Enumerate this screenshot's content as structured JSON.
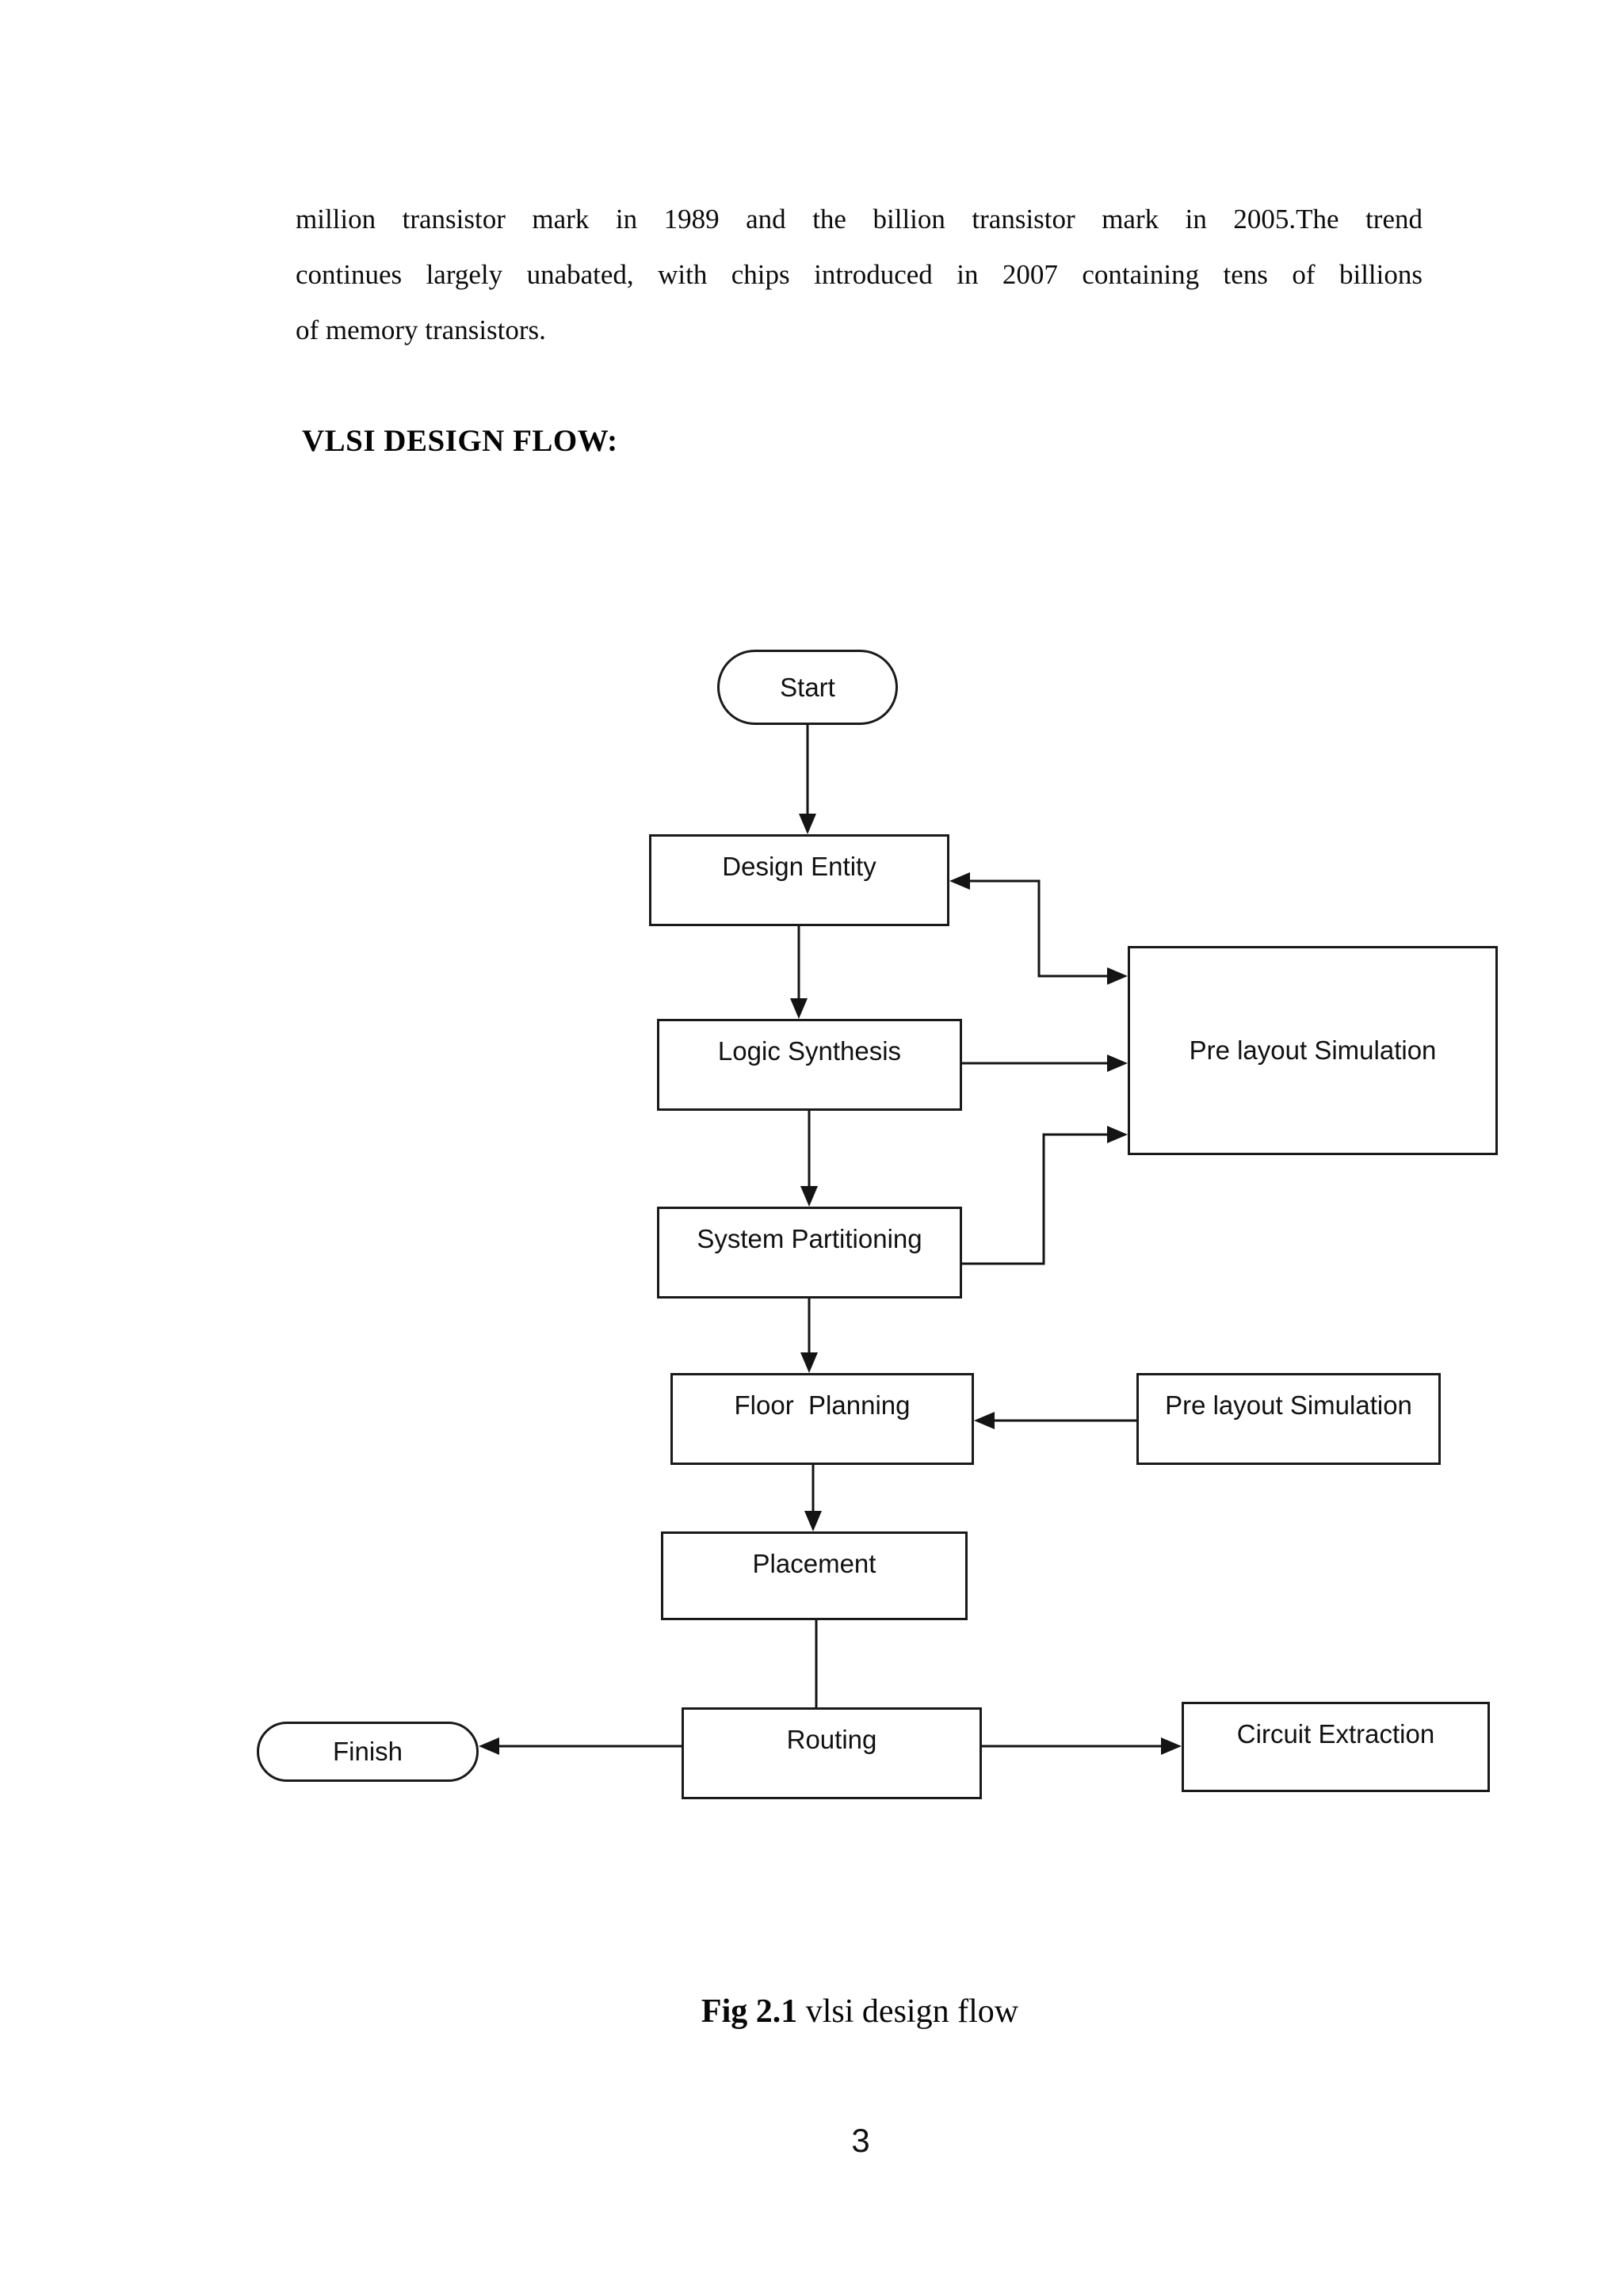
{
  "document": {
    "body_lines": [
      "million transistor mark in 1989 and the billion transistor mark in 2005.The trend",
      "continues largely unabated, with chips introduced in 2007 containing tens of billions",
      "of memory transistors."
    ],
    "heading": "VLSI DESIGN FLOW:",
    "caption": {
      "prefix": "Fig 2.1",
      "text": " vlsi design flow"
    },
    "page_number": "3"
  },
  "flowchart": {
    "nodes": [
      {
        "id": "start",
        "shape": "stadium",
        "label": "Start"
      },
      {
        "id": "design-entity",
        "shape": "rectangle",
        "label": "Design Entity"
      },
      {
        "id": "logic-synthesis",
        "shape": "rectangle",
        "label": "Logic Synthesis"
      },
      {
        "id": "system-partitioning",
        "shape": "rectangle",
        "label": "System Partitioning"
      },
      {
        "id": "floor-planning",
        "shape": "rectangle",
        "label": "Floor  Planning"
      },
      {
        "id": "placement",
        "shape": "rectangle",
        "label": "Placement"
      },
      {
        "id": "routing",
        "shape": "rectangle",
        "label": "Routing"
      },
      {
        "id": "finish",
        "shape": "stadium",
        "label": "Finish"
      },
      {
        "id": "pre-layout-simulation-main",
        "shape": "rectangle",
        "label": "Pre layout Simulation"
      },
      {
        "id": "pre-layout-simulation-secondary",
        "shape": "rectangle",
        "label": "Pre layout Simulation"
      },
      {
        "id": "circuit-extraction",
        "shape": "rectangle",
        "label": "Circuit Extraction"
      }
    ],
    "edges": [
      "Start -> Design Entity",
      "Design Entity -> Logic Synthesis",
      "Logic Synthesis -> System Partitioning",
      "System Partitioning -> Floor Planning",
      "Floor Planning -> Placement",
      "Placement -> Routing",
      "Routing -> Finish",
      "Routing -> Circuit Extraction",
      "Logic Synthesis -> Pre layout Simulation",
      "System Partitioning -> Pre layout Simulation",
      "Pre layout Simulation <-> Design Entity",
      "Pre layout Simulation (secondary) -> Floor Planning"
    ]
  },
  "colors": {
    "ink": "#141414",
    "paper": "#ffffff"
  }
}
